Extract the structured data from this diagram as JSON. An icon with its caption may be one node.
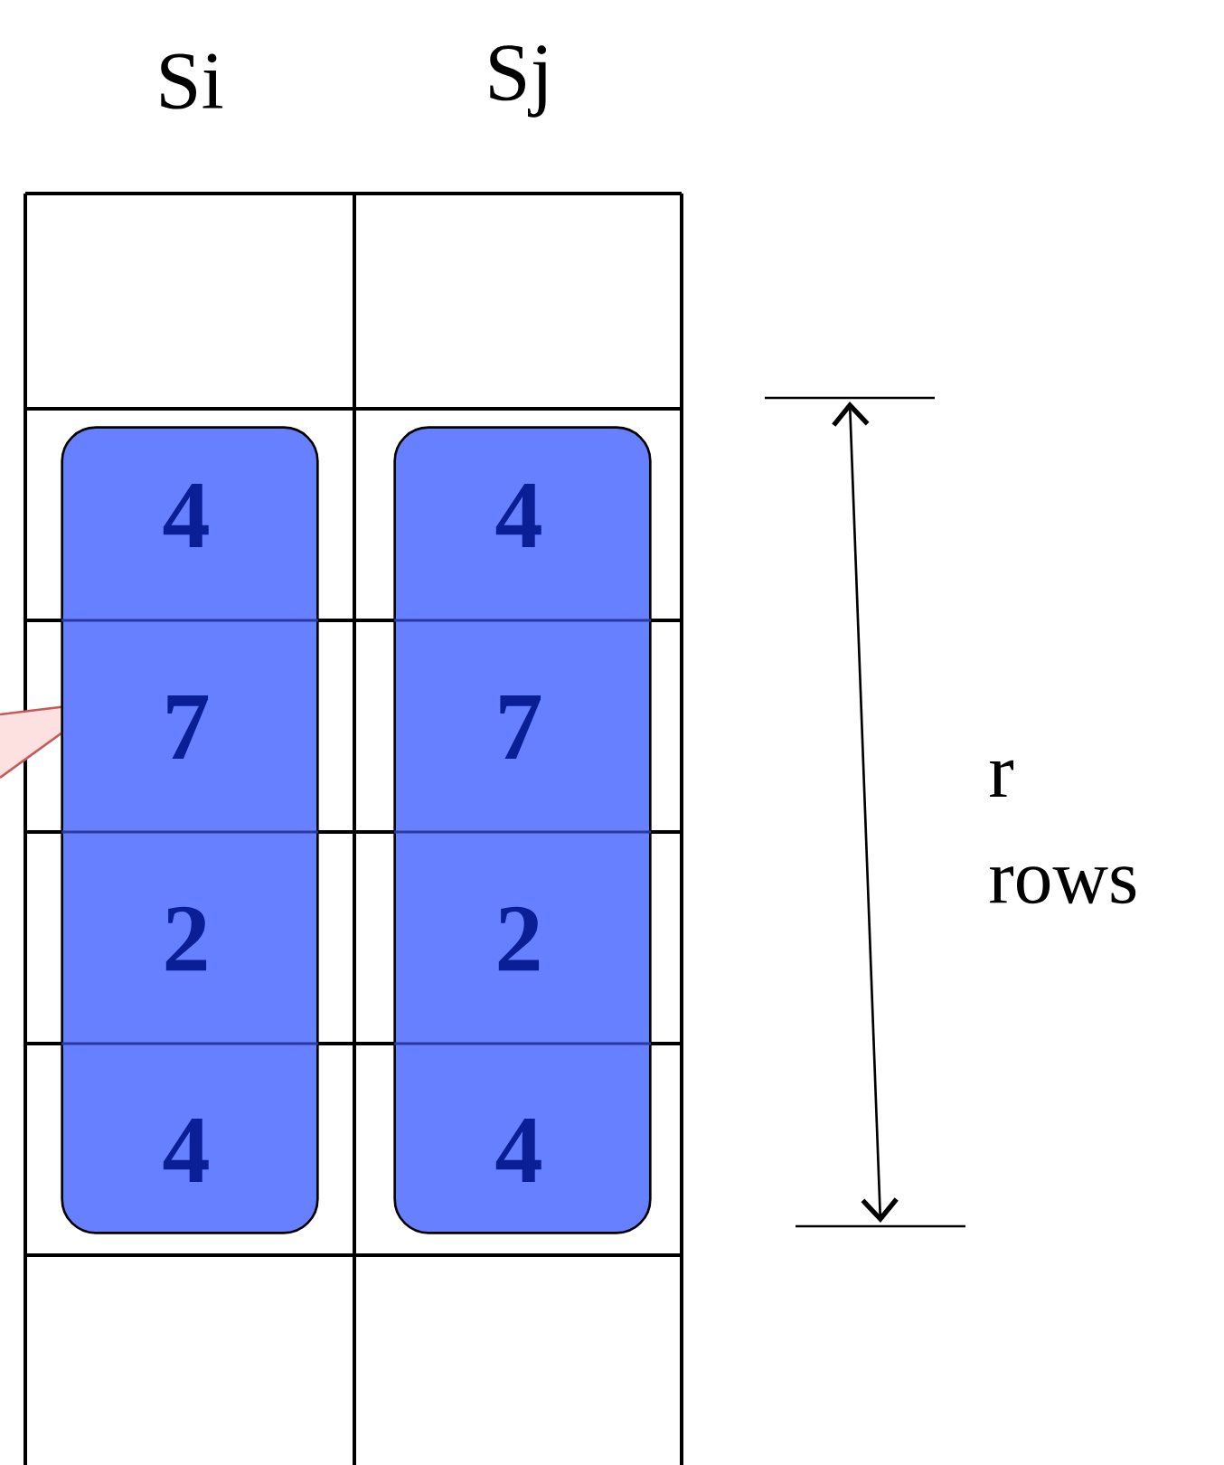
{
  "diagram": {
    "nodes": [
      {
        "text": [
          "4",
          "7",
          "2",
          "4"
        ]
      },
      {
        "text": [
          "4",
          "7",
          "2",
          "4"
        ]
      }
    ],
    "labels": [
      "Si",
      "Sj",
      "r rows"
    ]
  }
}
